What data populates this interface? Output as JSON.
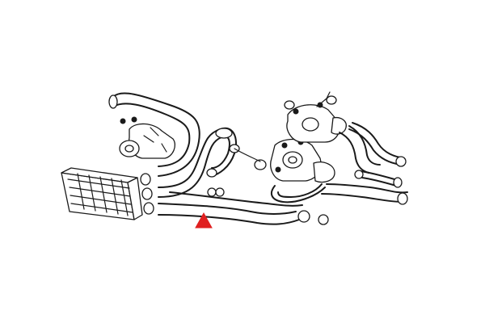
{
  "diagram": {
    "subject": "cooling-hose-assembly",
    "colors": {
      "line": "#1a1a1a",
      "background": "#ffffff",
      "marker": "#e02020"
    },
    "marker": {
      "shape": "triangle",
      "points_to": "lower-heater-hose"
    },
    "parts": [
      {
        "id": "radiator"
      },
      {
        "id": "upper-radiator-hose"
      },
      {
        "id": "middle-hose"
      },
      {
        "id": "lower-heater-hose"
      },
      {
        "id": "thermostat-housing-upper"
      },
      {
        "id": "thermostat-housing-lower"
      },
      {
        "id": "water-pump-body"
      },
      {
        "id": "right-bypass-hose"
      },
      {
        "id": "right-small-hoses"
      },
      {
        "id": "hose-clamps"
      }
    ]
  }
}
